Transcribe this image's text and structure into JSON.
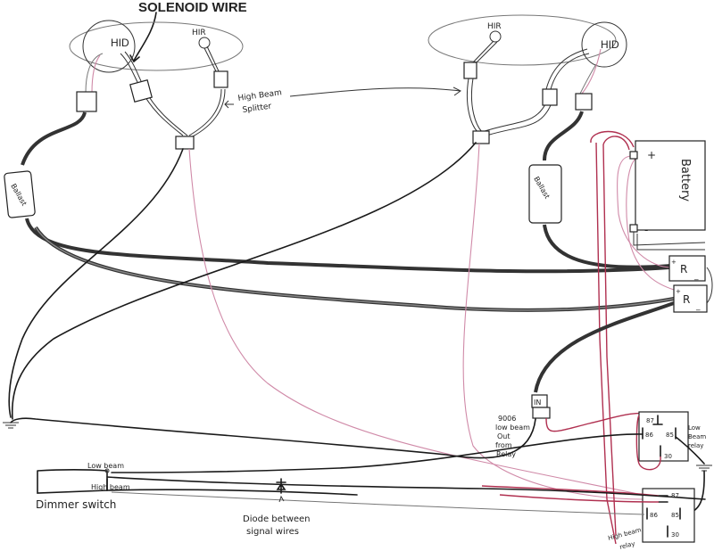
{
  "title": "SOLENOID WIRE",
  "left_headlight": {
    "hid_label": "HID",
    "hir_label": "HIR"
  },
  "right_headlight": {
    "hid_label": "HID",
    "hir_label": "HIR"
  },
  "splitter_label": [
    "High Beam",
    "Splitter"
  ],
  "left_ballast_label": "Ballast",
  "right_ballast_label": "Ballast",
  "battery": {
    "label": "Battery",
    "plus": "+",
    "minus": "-"
  },
  "resistors": [
    {
      "label": "R",
      "plus": "+",
      "minus": "_"
    },
    {
      "label": "R",
      "plus": "+",
      "minus": "_"
    }
  ],
  "input_connector_label": "IN",
  "output_note": [
    "9006",
    "low beam",
    "Out",
    "from",
    "Relay"
  ],
  "low_beam_relay": {
    "label": [
      "Low",
      "Beam",
      "relay"
    ],
    "pins": [
      "87",
      "86",
      "85",
      "30"
    ]
  },
  "high_beam_relay": {
    "label": [
      "High beam",
      "relay"
    ],
    "pins": [
      "87",
      "86",
      "85",
      "30"
    ]
  },
  "dimmer": {
    "label": "Dimmer switch",
    "low": "Low beam",
    "high": "High beam"
  },
  "diode_note": [
    "Diode between",
    "signal wires"
  ],
  "colors": {
    "wire_black": "#1a1a1a",
    "wire_red": "#b03050",
    "wire_pink": "#d08aa8"
  }
}
